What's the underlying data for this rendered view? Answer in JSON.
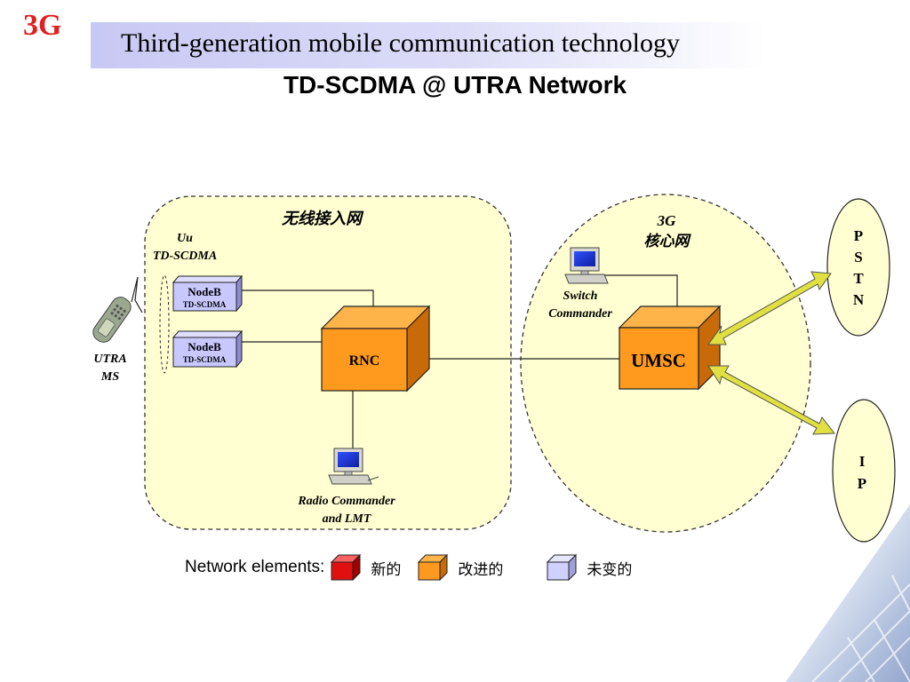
{
  "header": {
    "logo": "3G",
    "title": "Third-generation mobile communication technology",
    "subtitle": "TD-SCDMA @ UTRA Network"
  },
  "diagram": {
    "utran_label": "无线接入网",
    "core_label_line1": "3G",
    "core_label_line2": "核心网",
    "uu_line1": "Uu",
    "uu_line2": "TD-SCDMA",
    "ms_line1": "UTRA",
    "ms_line2": "MS",
    "nodeb1_name": "NodeB",
    "nodeb1_sub": "TD-SCDMA",
    "nodeb2_name": "NodeB",
    "nodeb2_sub": "TD-SCDMA",
    "rnc_label": "RNC",
    "umsc_label": "UMSC",
    "radio_cmd_line1": "Radio Commander",
    "radio_cmd_line2": "and LMT",
    "switch_cmd_line1": "Switch",
    "switch_cmd_line2": "Commander",
    "pstn_letters": [
      "P",
      "S",
      "T",
      "N"
    ],
    "ip_letters": [
      "I",
      "P"
    ],
    "colors": {
      "region_fill": "#ffffd2",
      "rnc_front": "#ff9a1e",
      "rnc_side": "#c86a08",
      "nodeb_front": "#c8c8ff",
      "nodeb_side": "#8c8cd2",
      "arrow_fill": "#e0e040"
    }
  },
  "legend": {
    "label": "Network elements:",
    "new_label": "新的",
    "improved_label": "改进的",
    "unchanged_label": "未变的",
    "new_color": "#e01010",
    "improved_color": "#ff9a1e",
    "unchanged_color": "#d0d0ff"
  }
}
